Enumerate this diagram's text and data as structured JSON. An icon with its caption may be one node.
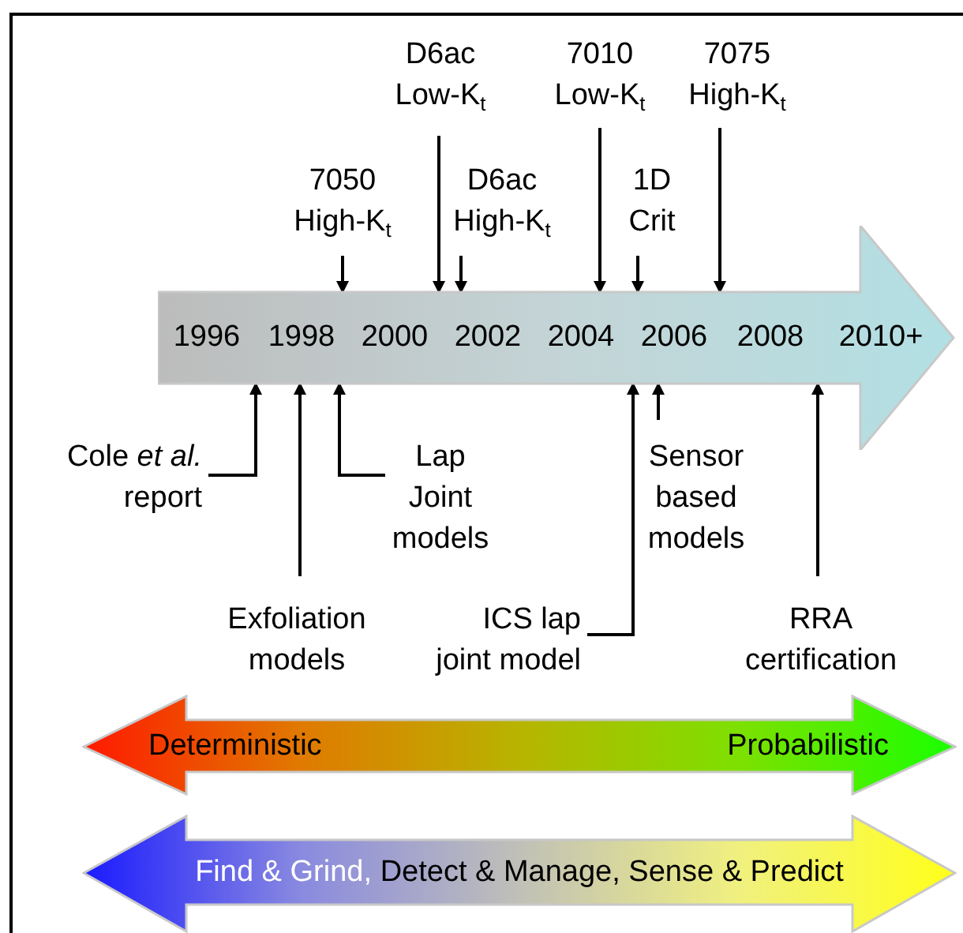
{
  "diagram": {
    "nodes": [
      {
        "text": [
          "1996",
          "1998",
          "2000",
          "2002",
          "2004",
          "2006",
          "2008",
          "2010+"
        ]
      },
      {
        "text": [
          "7050 High-K$_{t}$"
        ]
      },
      {
        "text": [
          "D6ac Low-K$_{t}$"
        ]
      },
      {
        "text": [
          "D6ac High-K$_{t}$"
        ]
      },
      {
        "text": [
          "7010 Low-K$_{t}$"
        ]
      },
      {
        "text": [
          "1D Crit"
        ]
      },
      {
        "text": [
          "7075 High-K$_{t}$"
        ]
      },
      {
        "text": [
          "Cole *et al.* report"
        ]
      },
      {
        "text": [
          "Exfoliation models"
        ]
      },
      {
        "text": [
          "Lap Joint models"
        ]
      },
      {
        "text": [
          "Sensor based models"
        ]
      },
      {
        "text": [
          "ICS lap joint model"
        ]
      },
      {
        "text": [
          "RRA certification"
        ]
      },
      {
        "text": [
          "Deterministic",
          "Probabilistic"
        ]
      },
      {
        "text": [
          "Find & Grind,",
          "Detect & Manage, Sense & Predict"
        ]
      }
    ],
    "edges": [
      {
        "from": 1,
        "to": 0,
        "arrow": "to"
      },
      {
        "from": 2,
        "to": 0,
        "arrow": "to"
      },
      {
        "from": 3,
        "to": 0,
        "arrow": "to"
      },
      {
        "from": 4,
        "to": 0,
        "arrow": "to"
      },
      {
        "from": 5,
        "to": 0,
        "arrow": "to"
      },
      {
        "from": 6,
        "to": 0,
        "arrow": "to"
      },
      {
        "from": 7,
        "to": 0,
        "arrow": "to"
      },
      {
        "from": 8,
        "to": 0,
        "arrow": "to"
      },
      {
        "from": 9,
        "to": 0,
        "arrow": "to"
      },
      {
        "from": 10,
        "to": 0,
        "arrow": "to"
      },
      {
        "from": 11,
        "to": 0,
        "arrow": "to"
      },
      {
        "from": 12,
        "to": 0,
        "arrow": "to"
      }
    ]
  }
}
